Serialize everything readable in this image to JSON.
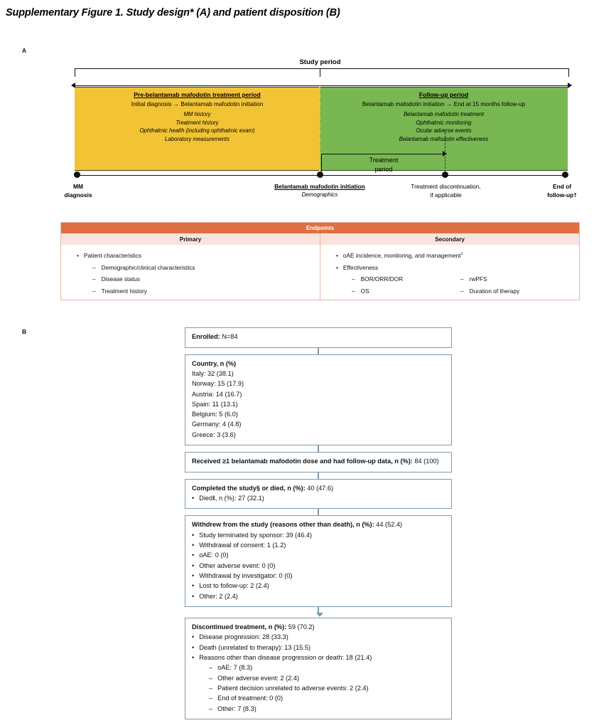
{
  "figure": {
    "title": "Supplementary Figure 1. Study design* (A) and patient disposition (B)",
    "panel_a_letter": "A",
    "panel_b_letter": "B"
  },
  "timeline": {
    "study_period_label": "Study period",
    "pre_period": {
      "heading": "Pre-belantamab mafodotin treatment period",
      "subheading": "Initial diagnosis → Belantamab mafodotin initiation",
      "items": [
        "MM history",
        "Treatment history",
        "Ophthalmic health (including ophthalmic exam)",
        "Laboratory measurements"
      ],
      "color": "#F2C335"
    },
    "follow_period": {
      "heading": "Follow-up period",
      "subheading": "Belantamab mafodotin initiation → End at 15 months follow-up",
      "items": [
        "Belantamab mafodotin treatment",
        "Ophthalmic monitoring",
        "Ocular adverse events",
        "Belantamab mafodotin effectiveness"
      ],
      "color": "#78B751"
    },
    "treatment_period_label_line1": "Treatment",
    "treatment_period_label_line2": "period",
    "nodes": [
      {
        "line1": "MM",
        "line2": "diagnosis"
      },
      {
        "line1": "Belantamab mafodotin initiation",
        "line2": "Demographics"
      },
      {
        "line1": "Treatment discontinuation,",
        "line2": "if applicable"
      },
      {
        "line1": "End of",
        "line2": "follow-up†"
      }
    ]
  },
  "endpoints": {
    "header": "Endpoints",
    "columns": [
      "Primary",
      "Secondary"
    ],
    "primary": {
      "bullets": [
        "Patient characteristics"
      ],
      "dashes": [
        "Demographic/clinical characteristics",
        "Disease status",
        "Treatment history"
      ]
    },
    "secondary": {
      "bullet_1": "oAE incidence, monitoring, and management",
      "bullet_1_sup": "‡",
      "bullet_2": "Effectiveness",
      "dashes_left": [
        "BOR/ORR/DOR",
        "OS"
      ],
      "dashes_right": [
        "rwPFS",
        "Duration of therapy"
      ]
    },
    "header_color": "#DF7043",
    "subheader_color": "#F8E4DC"
  },
  "flowchart": {
    "border_color": "#7C9BAE",
    "boxes": [
      {
        "title_bold": "Enrolled:",
        "title_rest": " N=84",
        "lines": [],
        "bullets": [],
        "dashes": []
      },
      {
        "title_bold": "Country, n (%)",
        "title_rest": "",
        "lines": [
          "Italy: 32 (38.1)",
          "Norway: 15 (17.9)",
          "Austria: 14 (16.7)",
          "Spain: 11 (13.1)",
          "Belgium: 5 (6.0)",
          "Germany: 4 (4.8)",
          "Greece: 3 (3.6)"
        ],
        "bullets": [],
        "dashes": []
      },
      {
        "title_bold": "Received ≥1 belantamab mafodotin dose and had follow-up data, n (%):",
        "title_rest": " 84 (100)",
        "lines": [],
        "bullets": [],
        "dashes": []
      },
      {
        "title_bold": "Completed the study§ or died, n (%):",
        "title_rest": " 40 (47.6)",
        "lines": [],
        "bullets": [
          "Died‖, n (%): 27 (32.1)"
        ],
        "dashes": []
      },
      {
        "title_bold": "Withdrew from the study (reasons other than death), n (%):",
        "title_rest": " 44 (52.4)",
        "lines": [],
        "bullets": [
          "Study terminated by sponsor: 39 (46.4)",
          "Withdrawal of consent: 1 (1.2)",
          "oAE: 0 (0)",
          "Other adverse event: 0 (0)",
          "Withdrawal by investigator: 0 (0)",
          "Lost to follow-up: 2 (2.4)",
          "Other: 2 (2.4)"
        ],
        "dashes": []
      },
      {
        "title_bold": "Discontinued treatment, n (%):",
        "title_rest": " 59 (70.2)",
        "lines": [],
        "bullets": [
          "Disease progression: 28 (33.3)",
          "Death (unrelated to therapy): 13 (15.5)",
          "Reasons other than disease progression or death: 18 (21.4)"
        ],
        "dashes": [
          "oAE: 7 (8.3)",
          "Other adverse event: 2 (2.4)",
          "Patient decision unrelated to adverse events: 2 (2.4)",
          "End of treatment: 0 (0)",
          "Other: 7 (8.3)"
        ]
      }
    ]
  }
}
